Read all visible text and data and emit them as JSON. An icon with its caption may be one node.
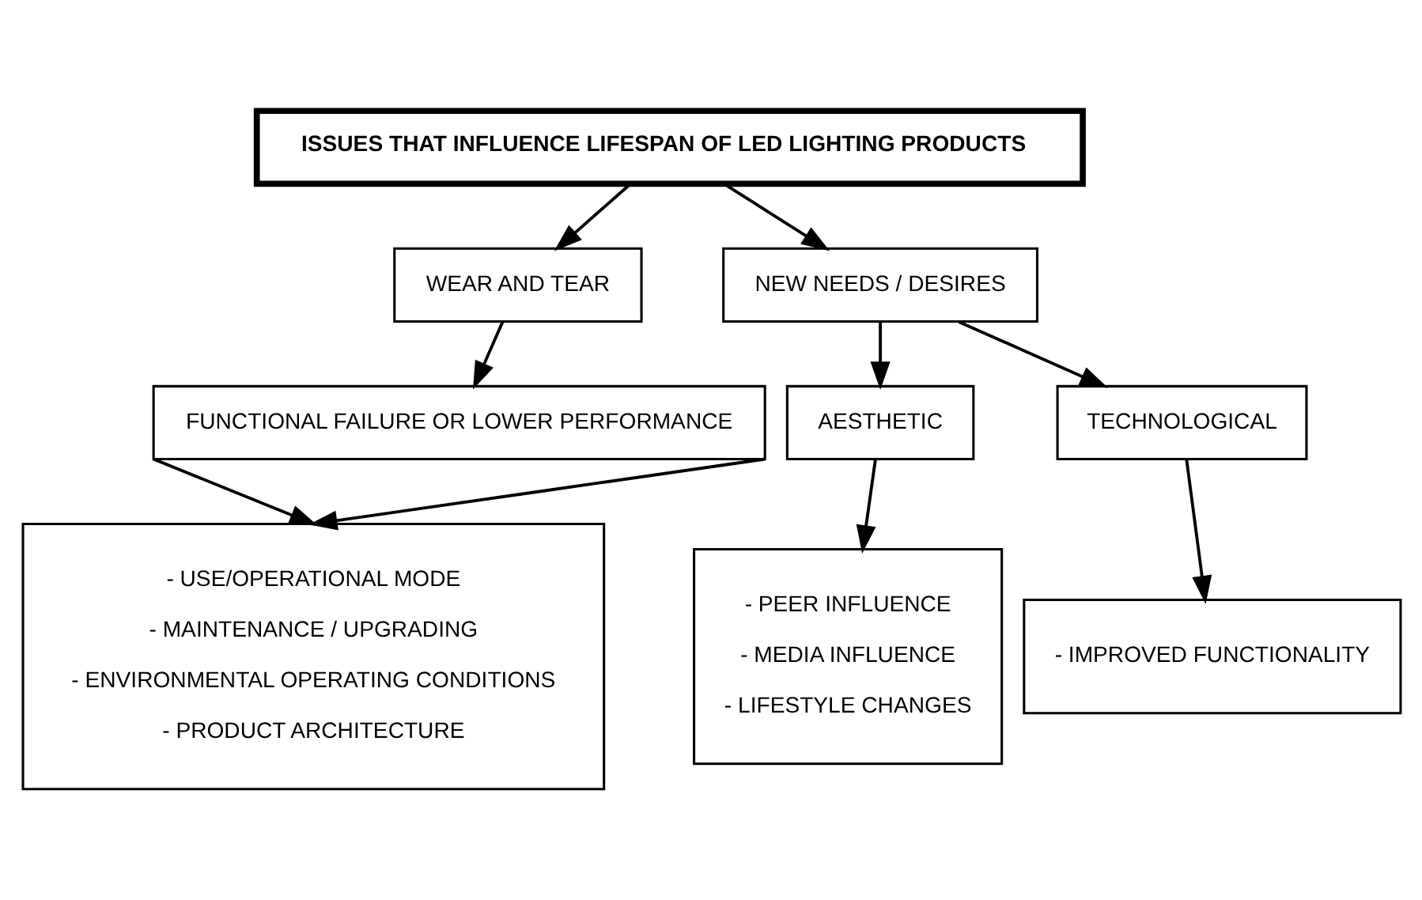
{
  "diagram": {
    "nodes": [
      {
        "text": [
          "ISSUES THAT INFLUENCE LIFESPAN OF LED LIGHTING PRODUCTS"
        ]
      },
      {
        "text": [
          "WEAR AND TEAR"
        ]
      },
      {
        "text": [
          "NEW NEEDS / DESIRES"
        ]
      },
      {
        "text": [
          "FUNCTIONAL FAILURE OR LOWER PERFORMANCE"
        ]
      },
      {
        "text": [
          "AESTHETIC"
        ]
      },
      {
        "text": [
          "TECHNOLOGICAL"
        ]
      },
      {
        "text": [
          "- USE/OPERATIONAL MODE",
          "- MAINTENANCE / UPGRADING",
          "- ENVIRONMENTAL OPERATING CONDITIONS",
          "- PRODUCT ARCHITECTURE"
        ]
      },
      {
        "text": [
          "- PEER INFLUENCE",
          "- MEDIA INFLUENCE",
          "- LIFESTYLE CHANGES"
        ]
      },
      {
        "text": [
          "- IMPROVED FUNCTIONALITY"
        ]
      }
    ],
    "edges": [
      {
        "from": 0,
        "to": 1,
        "arrow": "to"
      },
      {
        "from": 0,
        "to": 2,
        "arrow": "to"
      },
      {
        "from": 1,
        "to": 3,
        "arrow": "to"
      },
      {
        "from": 2,
        "to": 4,
        "arrow": "to"
      },
      {
        "from": 2,
        "to": 5,
        "arrow": "to"
      },
      {
        "from": 3,
        "to": 6,
        "arrow": "to"
      },
      {
        "from": 3,
        "to": 6,
        "arrow": "to"
      },
      {
        "from": 4,
        "to": 7,
        "arrow": "to"
      },
      {
        "from": 5,
        "to": 8,
        "arrow": "to"
      }
    ]
  }
}
